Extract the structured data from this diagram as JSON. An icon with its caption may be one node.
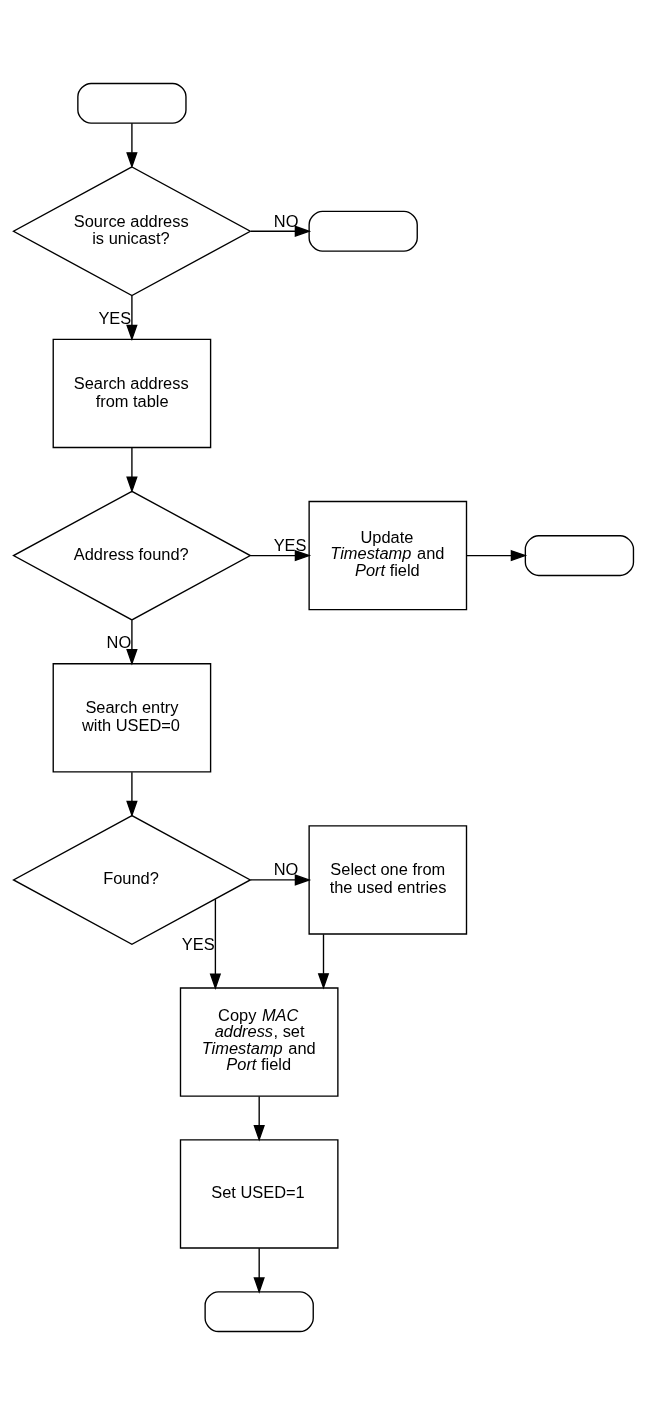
{
  "diagram": {
    "nodes": [
      {
        "text": [],
        "shape": "terminator"
      },
      {
        "text": [
          "Source address is unicast?"
        ]
      },
      {
        "text": [],
        "shape": "terminator"
      },
      {
        "text": [
          "Search address from table"
        ]
      },
      {
        "text": [
          "Address found?"
        ]
      },
      {
        "text": [
          "Update *Timestamp* and *Port* field"
        ]
      },
      {
        "text": [],
        "shape": "terminator"
      },
      {
        "text": [
          "Search entry with USED=0"
        ]
      },
      {
        "text": [
          "Found?"
        ]
      },
      {
        "text": [
          "Select one from the used entries"
        ]
      },
      {
        "text": [
          "Copy *MAC address*, set *Timestamp* and *Port* field"
        ]
      },
      {
        "text": [
          "Set USED=1"
        ]
      },
      {
        "text": [],
        "shape": "terminator"
      }
    ],
    "edges": [
      {
        "from": 0,
        "to": 1,
        "arrow": "to"
      },
      {
        "from": 1,
        "to": 2,
        "arrow": "to",
        "label": "NO"
      },
      {
        "from": 1,
        "to": 3,
        "arrow": "to",
        "label": "YES"
      },
      {
        "from": 3,
        "to": 4,
        "arrow": "to"
      },
      {
        "from": 4,
        "to": 5,
        "arrow": "to",
        "label": "YES"
      },
      {
        "from": 5,
        "to": 6,
        "arrow": "to"
      },
      {
        "from": 4,
        "to": 7,
        "arrow": "to",
        "label": "NO"
      },
      {
        "from": 7,
        "to": 8,
        "arrow": "to"
      },
      {
        "from": 8,
        "to": 9,
        "arrow": "to",
        "label": "NO"
      },
      {
        "from": 8,
        "to": 10,
        "arrow": "to",
        "label": "YES"
      },
      {
        "from": 9,
        "to": 10,
        "arrow": "to"
      },
      {
        "from": 10,
        "to": 11,
        "arrow": "to"
      },
      {
        "from": 11,
        "to": 12,
        "arrow": "to"
      }
    ]
  }
}
